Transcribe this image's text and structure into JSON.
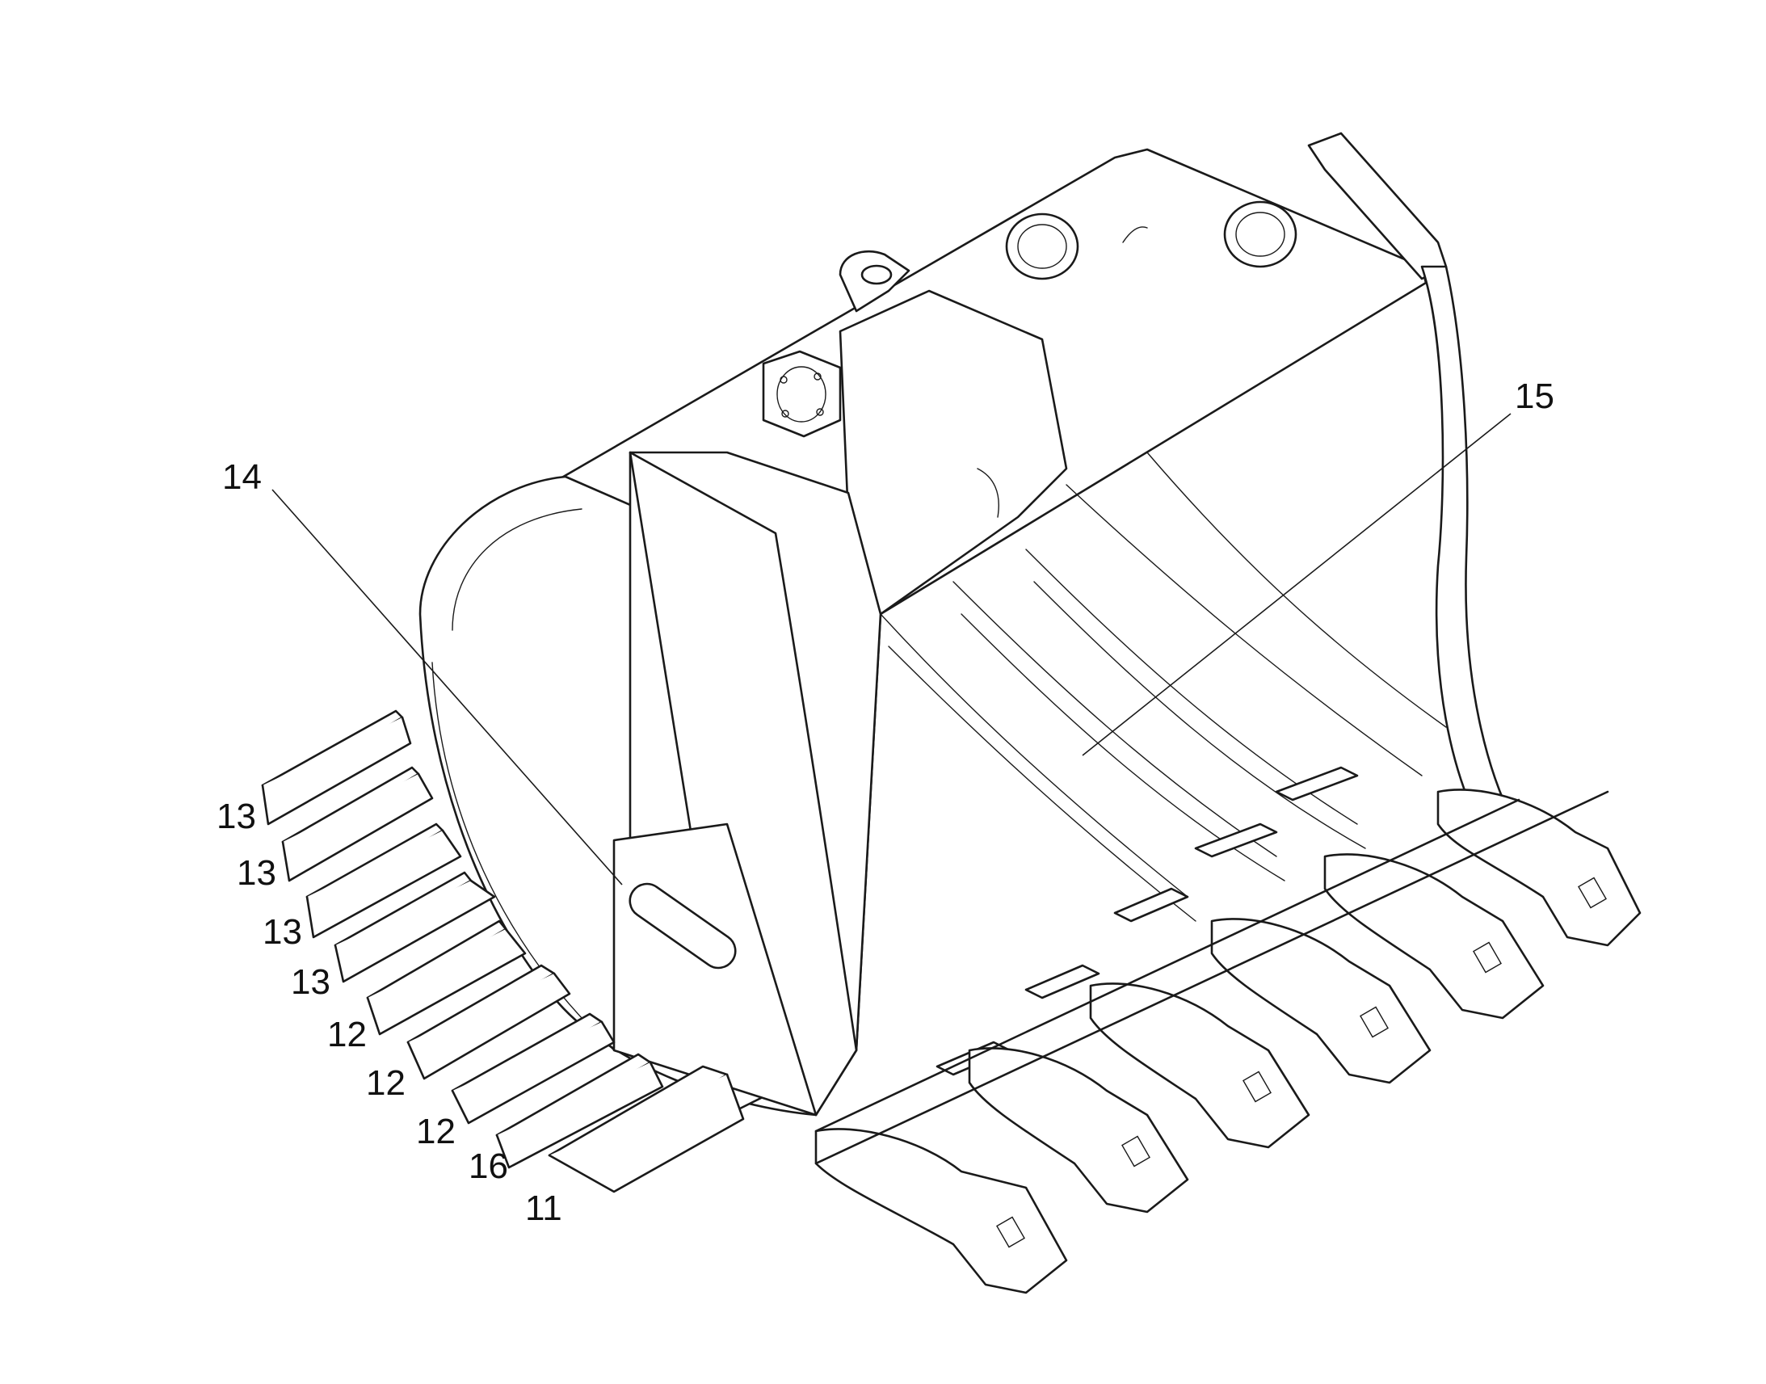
{
  "callouts": [
    {
      "id": "c14",
      "text": "14"
    },
    {
      "id": "c15",
      "text": "15"
    },
    {
      "id": "c13a",
      "text": "13"
    },
    {
      "id": "c13b",
      "text": "13"
    },
    {
      "id": "c13c",
      "text": "13"
    },
    {
      "id": "c13d",
      "text": "13"
    },
    {
      "id": "c12a",
      "text": "12"
    },
    {
      "id": "c12b",
      "text": "12"
    },
    {
      "id": "c12c",
      "text": "12"
    },
    {
      "id": "c16",
      "text": "16"
    },
    {
      "id": "c11",
      "text": "11"
    }
  ],
  "colors": {
    "line": "#1a1a1a",
    "background": "#ffffff"
  }
}
